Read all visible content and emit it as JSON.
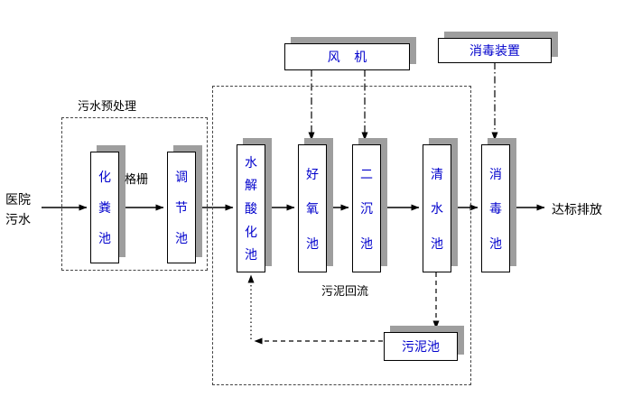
{
  "diagram": {
    "title_hint": "hospital-wastewater-treatment-process-flow",
    "source_label": "医院\n污水",
    "output_label": "达标排放",
    "pretreat_group_label": "污水预处理",
    "screen_label": "格栅",
    "sludge_return_label": "污泥回流",
    "blower_label": "风    机",
    "disinfect_device_label": "消毒装置",
    "sludge_tank_label": "污泥池",
    "tanks": [
      {
        "label": "化粪池"
      },
      {
        "label": "调节池"
      },
      {
        "label": "水解酸化池"
      },
      {
        "label": "好氧池"
      },
      {
        "label": "二沉池"
      },
      {
        "label": "清水池"
      },
      {
        "label": "消毒池"
      }
    ],
    "colors": {
      "tank_text": "#0000cc",
      "shadow": "#9e9e9e",
      "line": "#000000",
      "dashed_border": "#444444"
    }
  }
}
